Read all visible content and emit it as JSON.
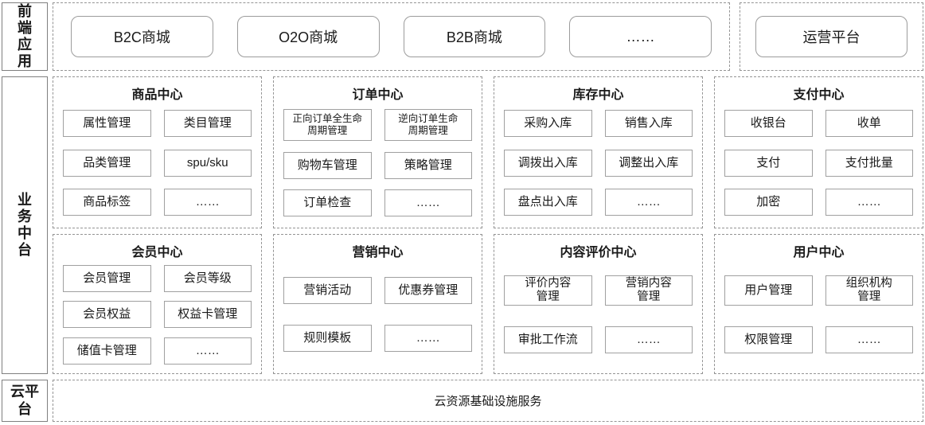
{
  "side_labels": {
    "frontend": "前\n端\n应\n用",
    "business": "业\n务\n中\n台",
    "cloud": "云平\n台"
  },
  "frontend_row": {
    "apps": [
      "B2C商城",
      "O2O商城",
      "B2B商城",
      "……"
    ],
    "ops_platform": "运营平台"
  },
  "business_centers": [
    {
      "title": "商品中心",
      "items": [
        "属性管理",
        "类目管理",
        "品类管理",
        "spu/sku",
        "商品标签",
        "……"
      ]
    },
    {
      "title": "订单中心",
      "items": [
        "正向订单全生命\n周期管理",
        "逆向订单生命\n周期管理",
        "购物车管理",
        "策略管理",
        "订单检查",
        "……"
      ]
    },
    {
      "title": "库存中心",
      "items": [
        "采购入库",
        "销售入库",
        "调拨出入库",
        "调整出入库",
        "盘点出入库",
        "……"
      ]
    },
    {
      "title": "支付中心",
      "items": [
        "收银台",
        "收单",
        "支付",
        "支付批量",
        "加密",
        "……"
      ]
    },
    {
      "title": "会员中心",
      "items": [
        "会员管理",
        "会员等级",
        "会员权益",
        "权益卡管理",
        "储值卡管理",
        "……"
      ]
    },
    {
      "title": "营销中心",
      "items": [
        "营销活动",
        "优惠券管理",
        "规则模板",
        "……"
      ]
    },
    {
      "title": "内容评价中心",
      "items": [
        "评价内容\n管理",
        "营销内容\n管理",
        "审批工作流",
        "……"
      ]
    },
    {
      "title": "用户中心",
      "items": [
        "用户管理",
        "组织机构\n管理",
        "权限管理",
        "……"
      ]
    }
  ],
  "cloud_row": {
    "service": "云资源基础设施服务"
  },
  "colors": {
    "text": "#1a1a1a",
    "solid_border": "#9c9c9c",
    "dashed_border": "#949494",
    "background": "#ffffff"
  }
}
